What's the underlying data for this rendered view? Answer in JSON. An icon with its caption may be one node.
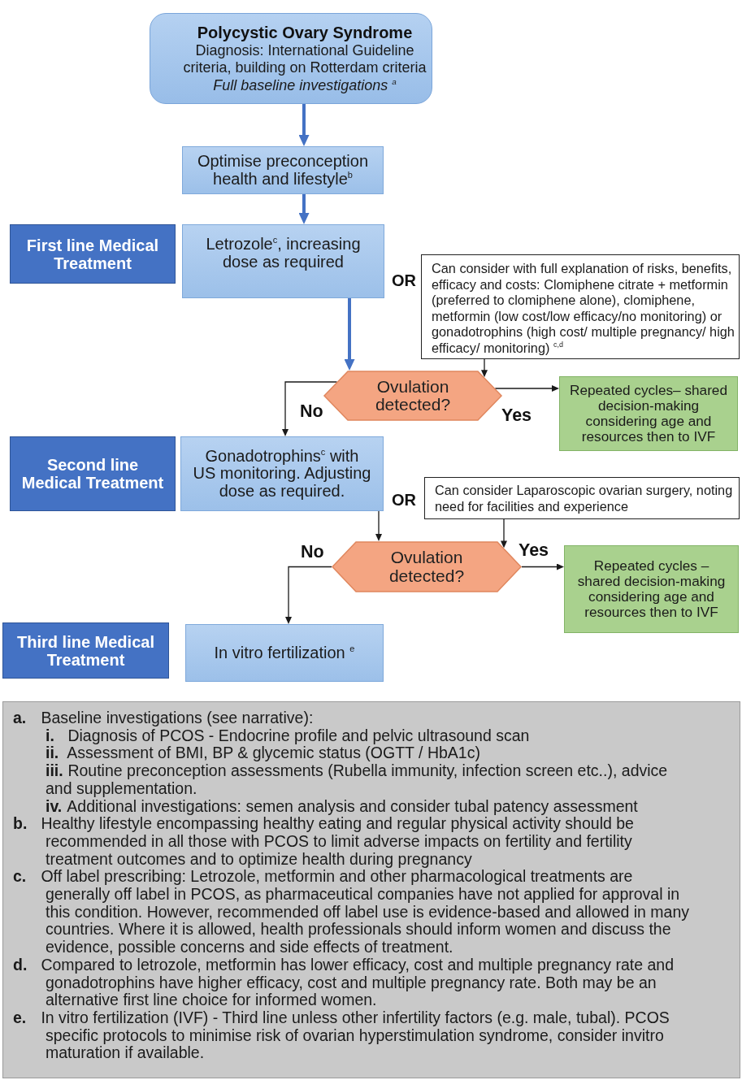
{
  "diagram": {
    "nodes": [
      {
        "text": [
          "Polycystic Ovary Syndrome",
          "Diagnosis: International Guideline criteria, building on Rotterdam criteria",
          "Full baseline investigations $^{a}$"
        ]
      },
      {
        "text": [
          "Optimise preconception health and lifestyle$^{b}$"
        ]
      },
      {
        "text": [
          "First line Medical Treatment"
        ]
      },
      {
        "text": [
          "Letrozole$^{c}$, increasing dose as required"
        ]
      },
      {
        "text": [
          "Can consider with full explanation of risks, benefits, efficacy and costs: Clomiphene citrate + metformin (preferred to clomiphene alone), clomiphene, metformin (low cost/low efficacy/no monitoring) or gonadotrophins (high cost/ multiple pregnancy/ high efficacy/ monitoring) $^{c,d}$"
        ]
      },
      {
        "text": [
          "Ovulation detected?"
        ]
      },
      {
        "text": [
          "Repeated cycles– shared decision-making considering age and resources then to IVF"
        ]
      },
      {
        "text": [
          "Second line Medical Treatment"
        ]
      },
      {
        "text": [
          "Gonadotrophins$^{c}$ with US monitoring. Adjusting dose as required."
        ]
      },
      {
        "text": [
          "Can consider Laparoscopic ovarian surgery, noting need for facilities and experience"
        ]
      },
      {
        "text": [
          "Ovulation detected?"
        ]
      },
      {
        "text": [
          "Repeated cycles – shared decision-making considering age and resources then to IVF"
        ]
      },
      {
        "text": [
          "Third line Medical Treatment"
        ]
      },
      {
        "text": [
          "In vitro fertilization $^{e}$"
        ]
      },
      {
        "text": [
          "**a.** Baseline investigations (see narrative):",
          "**i.** Diagnosis of PCOS - Endocrine profile and pelvic ultrasound scan",
          "**ii.** Assessment of BMI, BP & glycemic status (OGTT / HbA1c)",
          "**iii.** Routine preconception assessments (Rubella immunity, infection screen etc..), advice and supplementation.",
          "**iv.** Additional investigations: semen analysis and consider tubal patency assessment",
          "**b.** Healthy lifestyle encompassing healthy eating and regular physical activity should be recommended in all those with PCOS to limit adverse impacts on fertility and fertility treatment outcomes and to optimize health during pregnancy",
          "**c.** Off label prescribing: Letrozole, metformin and other pharmacological treatments are generally off label in PCOS, as pharmaceutical companies have not applied for approval in this condition. However, recommended off label use is evidence-based and allowed in many countries. Where it is allowed, health professionals should inform women and discuss the evidence, possible concerns and side effects of treatment.",
          "**d.** Compared to letrozole, metformin has lower efficacy, cost and multiple pregnancy rate and gonadotrophins have higher efficacy, cost and multiple pregnancy rate. Both may be an alternative first line choice for informed women.",
          "**e.** In vitro fertilization (IVF) - Third line unless other infertility factors (e.g. male, tubal). PCOS specific protocols to minimise risk of ovarian hyperstimulation syndrome, consider invitro maturation if available."
        ]
      }
    ],
    "edges": [
      {
        "from": 0,
        "to": 1,
        "arrow": "to",
        "style": "thick",
        "color": "#4472c4"
      },
      {
        "from": 1,
        "to": 3,
        "arrow": "to",
        "style": "thick",
        "color": "#4472c4"
      },
      {
        "from": 3,
        "to": 5,
        "arrow": "to",
        "style": "thick",
        "color": "#4472c4"
      },
      {
        "from": 4,
        "to": 5,
        "arrow": "to"
      },
      {
        "from": 5,
        "to": 6,
        "arrow": "to",
        "label": "Yes"
      },
      {
        "from": 5,
        "to": 8,
        "arrow": "to",
        "label": "No"
      },
      {
        "from": 8,
        "to": 10,
        "arrow": "to"
      },
      {
        "from": 9,
        "to": 10,
        "arrow": "to"
      },
      {
        "from": 10,
        "to": 11,
        "arrow": "to",
        "label": "Yes"
      },
      {
        "from": 10,
        "to": 13,
        "arrow": "to",
        "label": "No"
      }
    ],
    "labels": [
      "OR",
      "OR"
    ]
  }
}
